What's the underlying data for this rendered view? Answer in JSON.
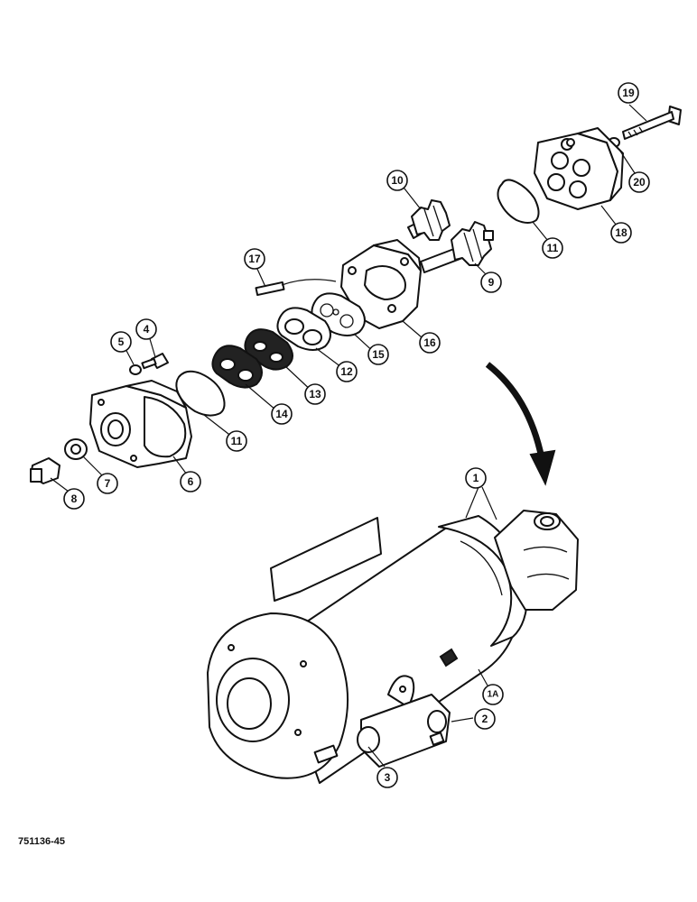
{
  "figure_id": "751136-45",
  "callouts": [
    {
      "label": "1"
    },
    {
      "label": "1A"
    },
    {
      "label": "2"
    },
    {
      "label": "3"
    },
    {
      "label": "4"
    },
    {
      "label": "5"
    },
    {
      "label": "6"
    },
    {
      "label": "7"
    },
    {
      "label": "8"
    },
    {
      "label": "9"
    },
    {
      "label": "10"
    },
    {
      "label": "11"
    },
    {
      "label": "11"
    },
    {
      "label": "12"
    },
    {
      "label": "13"
    },
    {
      "label": "14"
    },
    {
      "label": "15"
    },
    {
      "label": "16"
    },
    {
      "label": "17"
    },
    {
      "label": "18"
    },
    {
      "label": "19"
    },
    {
      "label": "20"
    }
  ]
}
